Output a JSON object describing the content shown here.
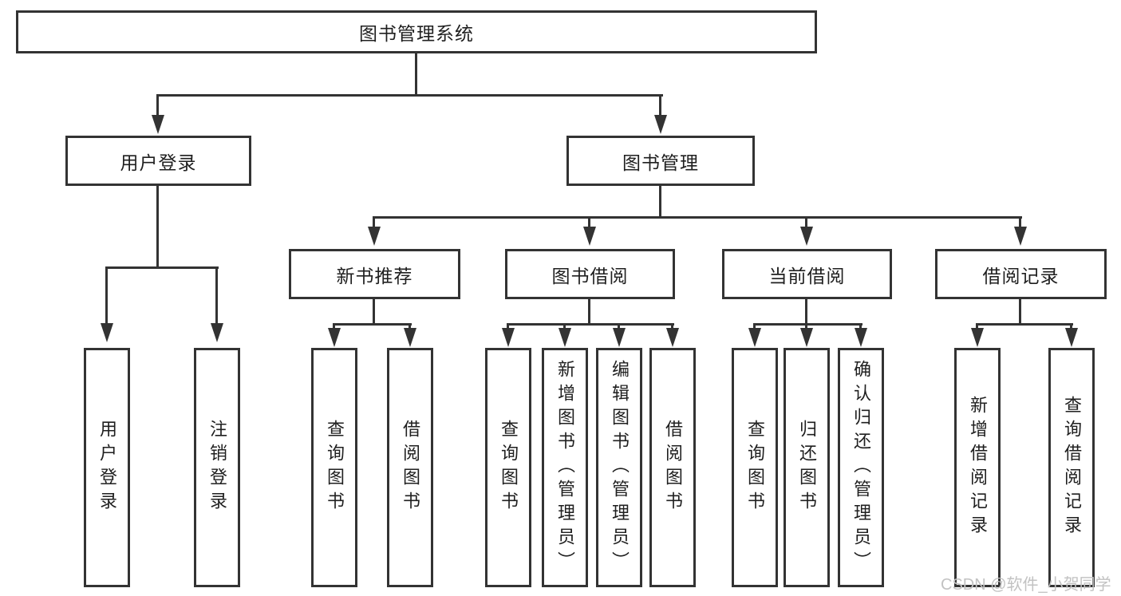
{
  "diagram": {
    "root": {
      "label": "图书管理系统"
    },
    "level2": {
      "user_login": {
        "label": "用户登录"
      },
      "book_mgmt": {
        "label": "图书管理"
      }
    },
    "level3": {
      "new_book_rec": {
        "label": "新书推荐"
      },
      "book_borrow": {
        "label": "图书借阅"
      },
      "current_borrow": {
        "label": "当前借阅"
      },
      "borrow_records": {
        "label": "借阅记录"
      }
    },
    "leaves": {
      "user": [
        "用户登录",
        "注销登录"
      ],
      "new_book": [
        "查询图书",
        "借阅图书"
      ],
      "borrow": [
        "查询图书",
        "新增图书（管理员）",
        "编辑图书（管理员）",
        "借阅图书"
      ],
      "current": [
        "查询图书",
        "归还图书",
        "确认归还（管理员）"
      ],
      "records": [
        "新增借阅记录",
        "查询借阅记录"
      ]
    }
  },
  "watermark": {
    "text": "CSDN @软件_小贺同学"
  },
  "colors": {
    "line": "#333333",
    "text": "#1f1f1f",
    "watermark": "#c2c2c2",
    "background": "#ffffff"
  }
}
